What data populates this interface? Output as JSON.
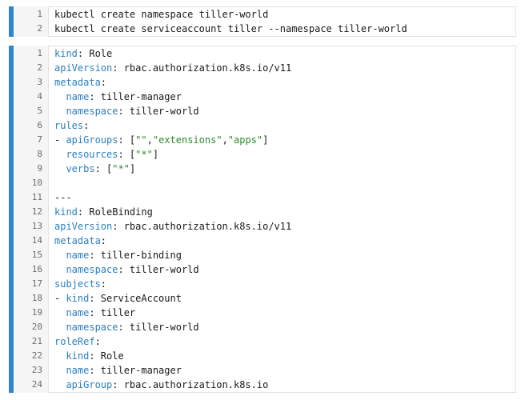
{
  "snippets": [
    {
      "lines": [
        [
          {
            "t": "kubectl create namespace tiller-world",
            "c": "p"
          }
        ],
        [
          {
            "t": "kubectl create serviceaccount tiller --namespace tiller-world",
            "c": "p"
          }
        ]
      ]
    },
    {
      "lines": [
        [
          {
            "t": "kind",
            "c": "k"
          },
          {
            "t": ": Role",
            "c": "p"
          }
        ],
        [
          {
            "t": "apiVersion",
            "c": "k"
          },
          {
            "t": ": rbac.authorization.k8s.io/v11",
            "c": "p"
          }
        ],
        [
          {
            "t": "metadata",
            "c": "k"
          },
          {
            "t": ":",
            "c": "p"
          }
        ],
        [
          {
            "t": "  ",
            "c": "p"
          },
          {
            "t": "name",
            "c": "k"
          },
          {
            "t": ": tiller-manager",
            "c": "p"
          }
        ],
        [
          {
            "t": "  ",
            "c": "p"
          },
          {
            "t": "namespace",
            "c": "k"
          },
          {
            "t": ": tiller-world",
            "c": "p"
          }
        ],
        [
          {
            "t": "rules",
            "c": "k"
          },
          {
            "t": ":",
            "c": "p"
          }
        ],
        [
          {
            "t": "- ",
            "c": "p"
          },
          {
            "t": "apiGroups",
            "c": "k"
          },
          {
            "t": ": [",
            "c": "p"
          },
          {
            "t": "\"\"",
            "c": "s"
          },
          {
            "t": ",",
            "c": "p"
          },
          {
            "t": "\"extensions\"",
            "c": "s"
          },
          {
            "t": ",",
            "c": "p"
          },
          {
            "t": "\"apps\"",
            "c": "s"
          },
          {
            "t": "]",
            "c": "p"
          }
        ],
        [
          {
            "t": "  ",
            "c": "p"
          },
          {
            "t": "resources",
            "c": "k"
          },
          {
            "t": ": [",
            "c": "p"
          },
          {
            "t": "\"*\"",
            "c": "s"
          },
          {
            "t": "]",
            "c": "p"
          }
        ],
        [
          {
            "t": "  ",
            "c": "p"
          },
          {
            "t": "verbs",
            "c": "k"
          },
          {
            "t": ": [",
            "c": "p"
          },
          {
            "t": "\"*\"",
            "c": "s"
          },
          {
            "t": "]",
            "c": "p"
          }
        ],
        [],
        [
          {
            "t": "---",
            "c": "p"
          }
        ],
        [
          {
            "t": "kind",
            "c": "k"
          },
          {
            "t": ": RoleBinding",
            "c": "p"
          }
        ],
        [
          {
            "t": "apiVersion",
            "c": "k"
          },
          {
            "t": ": rbac.authorization.k8s.io/v11",
            "c": "p"
          }
        ],
        [
          {
            "t": "metadata",
            "c": "k"
          },
          {
            "t": ":",
            "c": "p"
          }
        ],
        [
          {
            "t": "  ",
            "c": "p"
          },
          {
            "t": "name",
            "c": "k"
          },
          {
            "t": ": tiller-binding",
            "c": "p"
          }
        ],
        [
          {
            "t": "  ",
            "c": "p"
          },
          {
            "t": "namespace",
            "c": "k"
          },
          {
            "t": ": tiller-world",
            "c": "p"
          }
        ],
        [
          {
            "t": "subjects",
            "c": "k"
          },
          {
            "t": ":",
            "c": "p"
          }
        ],
        [
          {
            "t": "- ",
            "c": "p"
          },
          {
            "t": "kind",
            "c": "k"
          },
          {
            "t": ": ServiceAccount",
            "c": "p"
          }
        ],
        [
          {
            "t": "  ",
            "c": "p"
          },
          {
            "t": "name",
            "c": "k"
          },
          {
            "t": ": tiller",
            "c": "p"
          }
        ],
        [
          {
            "t": "  ",
            "c": "p"
          },
          {
            "t": "namespace",
            "c": "k"
          },
          {
            "t": ": tiller-world",
            "c": "p"
          }
        ],
        [
          {
            "t": "roleRef",
            "c": "k"
          },
          {
            "t": ":",
            "c": "p"
          }
        ],
        [
          {
            "t": "  ",
            "c": "p"
          },
          {
            "t": "kind",
            "c": "k"
          },
          {
            "t": ": Role",
            "c": "p"
          }
        ],
        [
          {
            "t": "  ",
            "c": "p"
          },
          {
            "t": "name",
            "c": "k"
          },
          {
            "t": ": tiller-manager",
            "c": "p"
          }
        ],
        [
          {
            "t": "  ",
            "c": "p"
          },
          {
            "t": "apiGroup",
            "c": "k"
          },
          {
            "t": ": rbac.authorization.k8s.io",
            "c": "p"
          }
        ]
      ]
    }
  ],
  "colors": {
    "accent_bar": "#2f86c9",
    "key": "#2b7fbf",
    "string": "#2e8b2e",
    "text": "#1a1a1a",
    "line_number": "#6e6e6e",
    "gutter_bg": "#f5f5f5"
  }
}
